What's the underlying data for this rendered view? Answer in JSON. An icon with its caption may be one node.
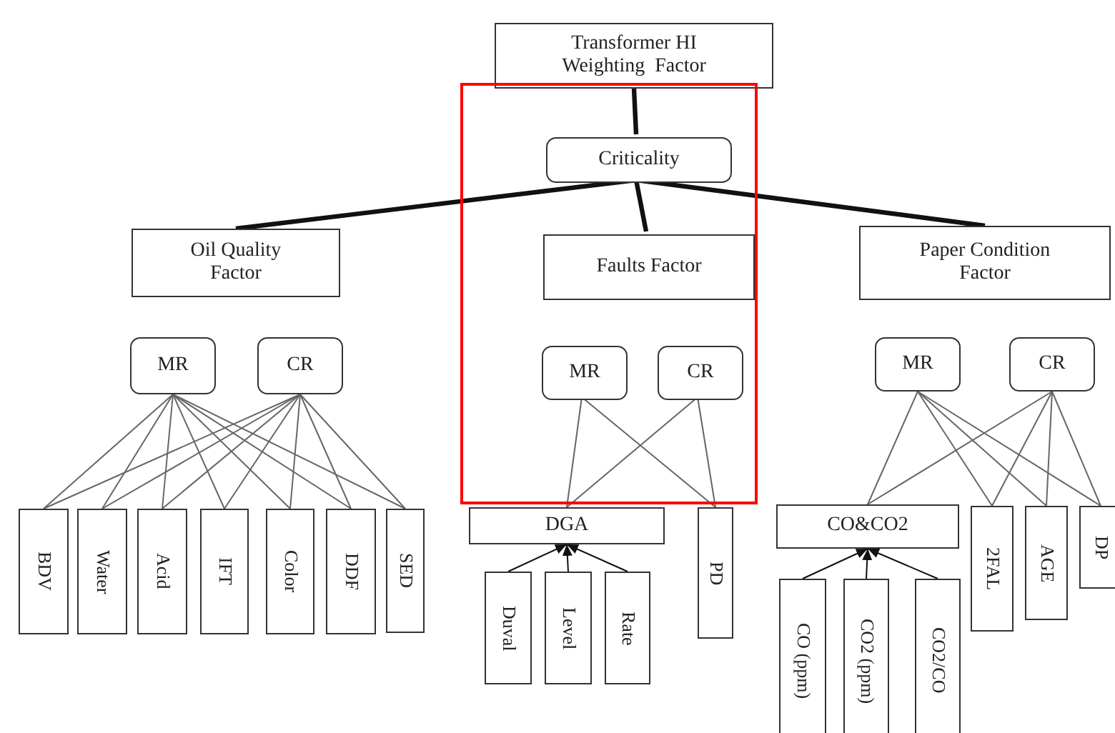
{
  "diagram": {
    "nodes": [
      {
        "text": [
          "Transformer HI Weighting  Factor"
        ]
      },
      {
        "text": [],
        "shape": "box"
      },
      {
        "text": [
          "Criticality"
        ],
        "in": 1
      },
      {
        "text": [
          "Oil Quality Factor"
        ]
      },
      {
        "text": [
          "Faults Factor"
        ],
        "in": 1
      },
      {
        "text": [
          "Paper Condition Factor"
        ]
      },
      {
        "text": [
          "MR"
        ]
      },
      {
        "text": [
          "CR"
        ]
      },
      {
        "text": [
          "MR"
        ],
        "in": 1
      },
      {
        "text": [
          "CR"
        ],
        "in": 1
      },
      {
        "text": [
          "MR"
        ]
      },
      {
        "text": [
          "CR"
        ]
      },
      {
        "text": [
          "BDV"
        ]
      },
      {
        "text": [
          "Water"
        ]
      },
      {
        "text": [
          "Acid"
        ]
      },
      {
        "text": [
          "IFT"
        ]
      },
      {
        "text": [
          "Color"
        ]
      },
      {
        "text": [
          "DDF"
        ]
      },
      {
        "text": [
          "SED"
        ]
      },
      {
        "text": [
          "DGA"
        ]
      },
      {
        "text": [
          "PD"
        ]
      },
      {
        "text": [
          "CO&CO2"
        ]
      },
      {
        "text": [
          "2FAL"
        ]
      },
      {
        "text": [
          "AGE"
        ]
      },
      {
        "text": [
          "DP"
        ]
      },
      {
        "text": [
          "Duval"
        ]
      },
      {
        "text": [
          "Level"
        ]
      },
      {
        "text": [
          "Rate"
        ]
      },
      {
        "text": [
          "CO (ppm)"
        ]
      },
      {
        "text": [
          "CO2 (ppm)"
        ]
      },
      {
        "text": [
          "CO2/CO"
        ]
      }
    ],
    "edges": [
      {
        "from": 0,
        "to": 2,
        "arrow": "none",
        "style": "thick"
      },
      {
        "from": 2,
        "to": 3,
        "arrow": "none",
        "style": "thick"
      },
      {
        "from": 2,
        "to": 4,
        "arrow": "none",
        "style": "thick"
      },
      {
        "from": 2,
        "to": 5,
        "arrow": "none",
        "style": "thick"
      },
      {
        "from": 6,
        "to": 12,
        "arrow": "none"
      },
      {
        "from": 6,
        "to": 13,
        "arrow": "none"
      },
      {
        "from": 6,
        "to": 14,
        "arrow": "none"
      },
      {
        "from": 6,
        "to": 15,
        "arrow": "none"
      },
      {
        "from": 6,
        "to": 16,
        "arrow": "none"
      },
      {
        "from": 6,
        "to": 17,
        "arrow": "none"
      },
      {
        "from": 6,
        "to": 18,
        "arrow": "none"
      },
      {
        "from": 7,
        "to": 12,
        "arrow": "none"
      },
      {
        "from": 7,
        "to": 13,
        "arrow": "none"
      },
      {
        "from": 7,
        "to": 14,
        "arrow": "none"
      },
      {
        "from": 7,
        "to": 15,
        "arrow": "none"
      },
      {
        "from": 7,
        "to": 16,
        "arrow": "none"
      },
      {
        "from": 7,
        "to": 17,
        "arrow": "none"
      },
      {
        "from": 7,
        "to": 18,
        "arrow": "none"
      },
      {
        "from": 8,
        "to": 19,
        "arrow": "none"
      },
      {
        "from": 8,
        "to": 20,
        "arrow": "none"
      },
      {
        "from": 9,
        "to": 19,
        "arrow": "none"
      },
      {
        "from": 9,
        "to": 20,
        "arrow": "none"
      },
      {
        "from": 10,
        "to": 21,
        "arrow": "none"
      },
      {
        "from": 10,
        "to": 22,
        "arrow": "none"
      },
      {
        "from": 10,
        "to": 23,
        "arrow": "none"
      },
      {
        "from": 10,
        "to": 24,
        "arrow": "none"
      },
      {
        "from": 11,
        "to": 21,
        "arrow": "none"
      },
      {
        "from": 11,
        "to": 22,
        "arrow": "none"
      },
      {
        "from": 11,
        "to": 23,
        "arrow": "none"
      },
      {
        "from": 11,
        "to": 24,
        "arrow": "none"
      },
      {
        "from": 25,
        "to": 19,
        "arrow": "to"
      },
      {
        "from": 26,
        "to": 19,
        "arrow": "to"
      },
      {
        "from": 27,
        "to": 19,
        "arrow": "to"
      },
      {
        "from": 28,
        "to": 21,
        "arrow": "to"
      },
      {
        "from": 29,
        "to": 21,
        "arrow": "to"
      },
      {
        "from": 30,
        "to": 21,
        "arrow": "to"
      }
    ]
  }
}
